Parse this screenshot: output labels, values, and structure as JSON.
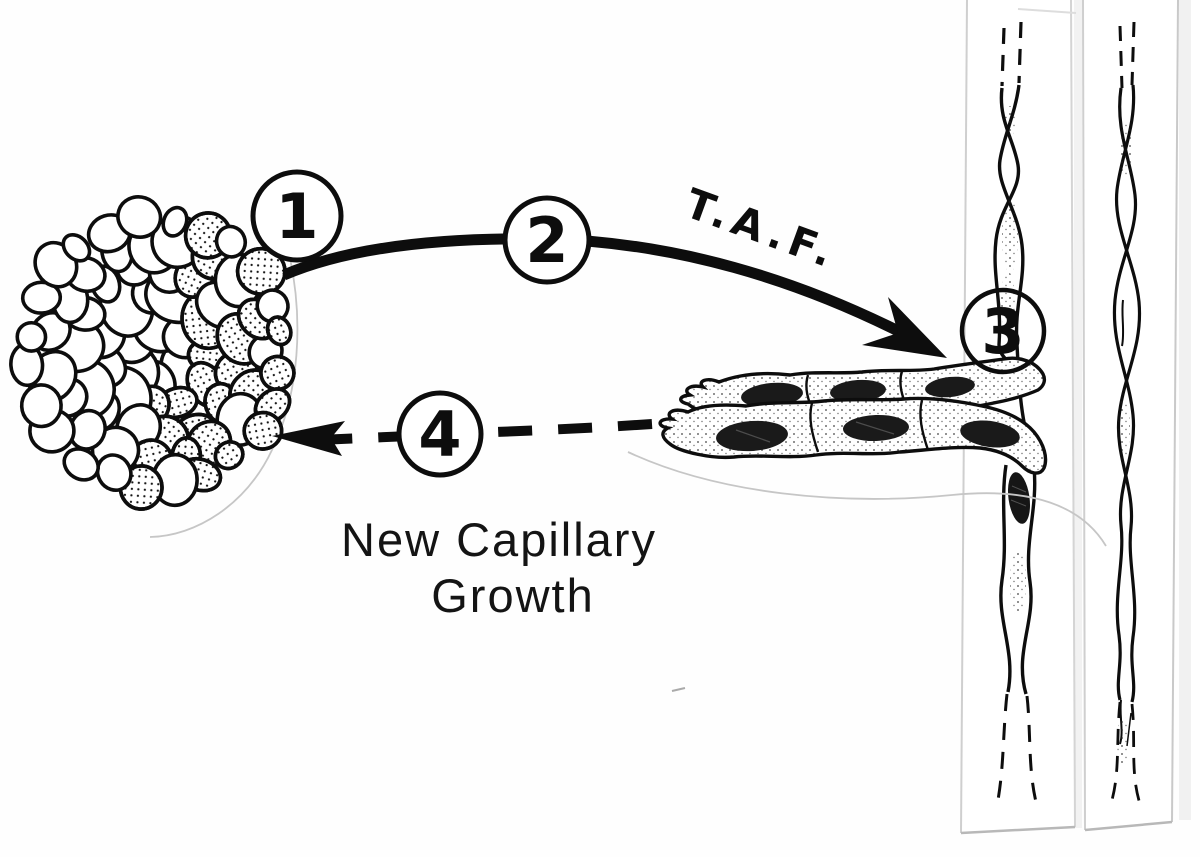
{
  "diagram": {
    "steps": [
      {
        "label": "1"
      },
      {
        "label": "2"
      },
      {
        "label": "3"
      },
      {
        "label": "4"
      }
    ],
    "arrow_label": "T.A.F.",
    "caption": {
      "line1": "New Capillary",
      "line2": "Growth"
    },
    "colors": {
      "ink": "#0d0d0d",
      "paper": "#ffffff",
      "cut_edge": "#c6c6c6"
    }
  }
}
